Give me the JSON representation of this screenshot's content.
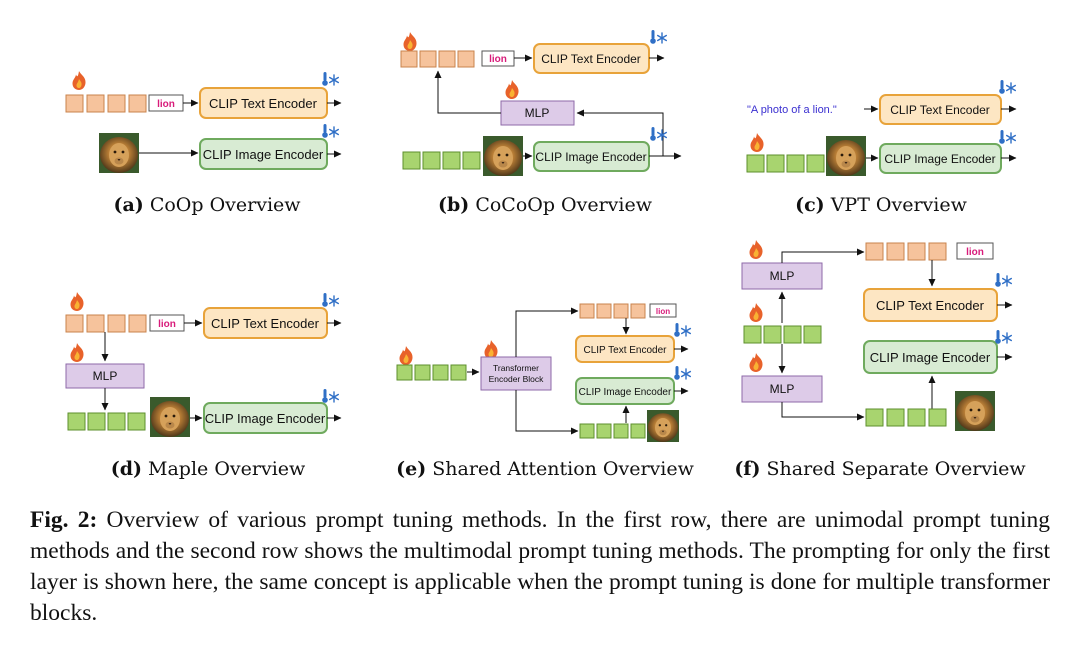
{
  "subcaptions": {
    "a": {
      "letter": "(a)",
      "text": "CoOp Overview"
    },
    "b": {
      "letter": "(b)",
      "text": "CoCoOp Overview"
    },
    "c": {
      "letter": "(c)",
      "text": "VPT Overview"
    },
    "d": {
      "letter": "(d)",
      "text": "Maple Overview"
    },
    "e": {
      "letter": "(e)",
      "text": "Shared Attention Overview"
    },
    "f": {
      "letter": "(f)",
      "text": "Shared Separate Overview"
    }
  },
  "labels": {
    "text_encoder": "CLIP Text Encoder",
    "image_encoder": "CLIP Image Encoder",
    "mlp": "MLP",
    "lion_token": "lion",
    "prompt_sentence": "\"A photo of a lion.\"",
    "transformer_line1": "Transformer",
    "transformer_line2": "Encoder Block"
  },
  "caption": {
    "label": "Fig. 2:",
    "text": "Overview of various prompt tuning methods. In the first row, there are unimodal prompt tuning methods and the second row shows the multimodal prompt tuning methods. The prompting for only the first layer is shown here, the same concept is applicable when the prompt tuning is done for multiple transformer blocks."
  },
  "colors": {
    "text_prompt_fill": "#f6c39c",
    "text_prompt_stroke": "#c8834c",
    "visual_prompt_fill": "#a8d46f",
    "visual_prompt_stroke": "#5e8f2e",
    "text_encoder_fill": "#fde6c3",
    "text_encoder_stroke": "#e8a33a",
    "image_encoder_fill": "#d8ebd3",
    "image_encoder_stroke": "#6faa5e",
    "mlp_fill": "#ddcbe8",
    "mlp_stroke": "#8e6aa8",
    "lion_text": "#d81b7a",
    "sentence_text": "#3a2fd0",
    "frozen_icon": "#2f6fc6",
    "trainable_icon": "#e8622a"
  },
  "icons": [
    "flame-icon",
    "snowflake-thermometer-icon",
    "lion-image"
  ]
}
